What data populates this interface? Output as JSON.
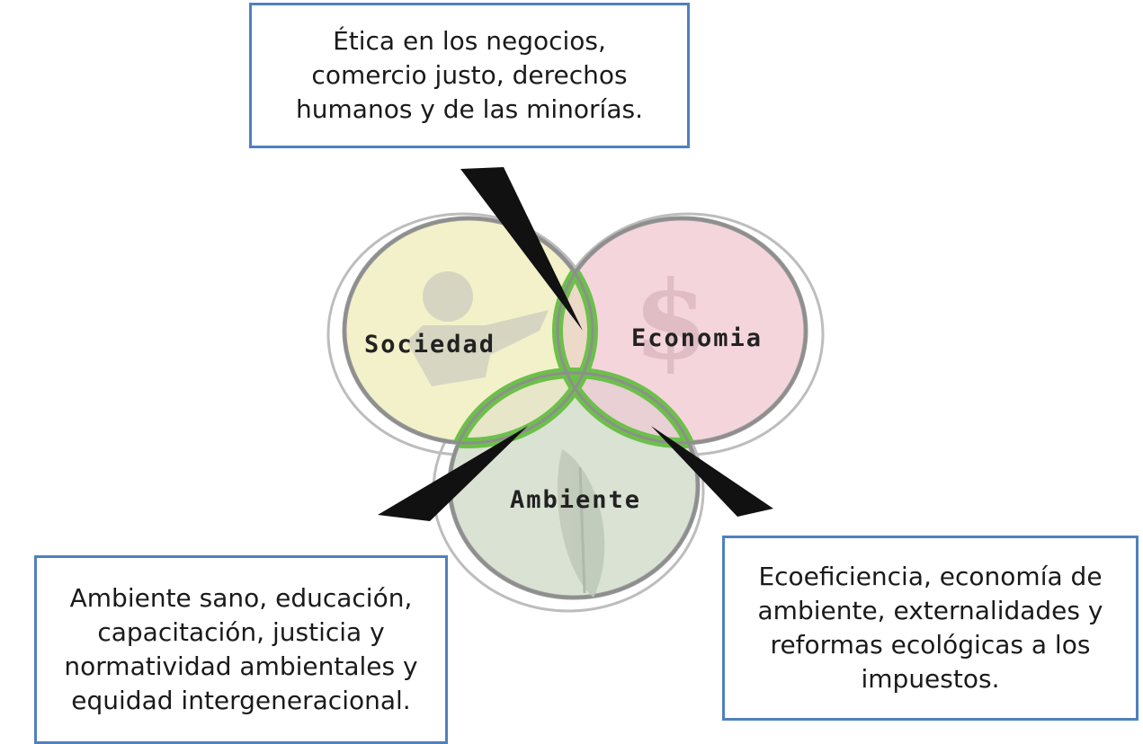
{
  "circles": {
    "society": {
      "label": "Sociedad",
      "fill": "#f3f1c9"
    },
    "economy": {
      "label": "Economia",
      "fill": "#f5d5dc"
    },
    "environment": {
      "label": "Ambiente",
      "fill": "#d9e2d3"
    }
  },
  "overlap_color": "#6cc04a",
  "callouts": {
    "top": {
      "lines": [
        "Ética en los negocios,",
        "comercio justo, derechos",
        "humanos y de las minorías."
      ]
    },
    "left": {
      "lines": [
        "Ambiente sano, educación,",
        "capacitación, justicia y",
        "normatividad ambientales y",
        "equidad intergeneracional."
      ]
    },
    "right": {
      "lines": [
        "Ecoeficiencia, economía de",
        "ambiente, externalidades y",
        "reformas ecológicas a los",
        "impuestos."
      ]
    }
  },
  "colors": {
    "callout_border": "#4f81bd",
    "pointer": "#111111",
    "ring": "#9a9a9a"
  },
  "icons": {
    "society": "person-icon",
    "economy": "dollar-icon",
    "environment": "leaf-icon"
  }
}
